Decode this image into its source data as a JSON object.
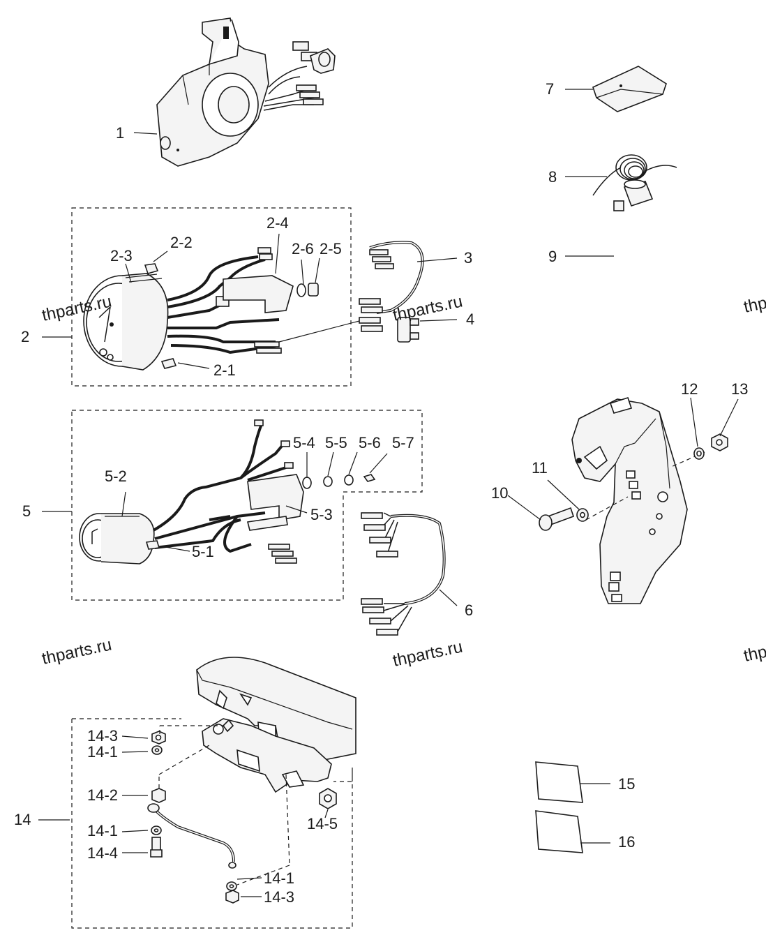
{
  "watermark": "thparts.ru",
  "callouts": [
    {
      "id": "c1",
      "text": "1"
    },
    {
      "id": "c2",
      "text": "2"
    },
    {
      "id": "c2_1",
      "text": "2-1"
    },
    {
      "id": "c2_2",
      "text": "2-2"
    },
    {
      "id": "c2_3",
      "text": "2-3"
    },
    {
      "id": "c2_4",
      "text": "2-4"
    },
    {
      "id": "c2_5",
      "text": "2-5"
    },
    {
      "id": "c2_6",
      "text": "2-6"
    },
    {
      "id": "c3",
      "text": "3"
    },
    {
      "id": "c4",
      "text": "4"
    },
    {
      "id": "c5",
      "text": "5"
    },
    {
      "id": "c5_1",
      "text": "5-1"
    },
    {
      "id": "c5_2",
      "text": "5-2"
    },
    {
      "id": "c5_3",
      "text": "5-3"
    },
    {
      "id": "c5_4",
      "text": "5-4"
    },
    {
      "id": "c5_5",
      "text": "5-5"
    },
    {
      "id": "c5_6",
      "text": "5-6"
    },
    {
      "id": "c5_7",
      "text": "5-7"
    },
    {
      "id": "c6",
      "text": "6"
    },
    {
      "id": "c7",
      "text": "7"
    },
    {
      "id": "c8",
      "text": "8"
    },
    {
      "id": "c9",
      "text": "9"
    },
    {
      "id": "c10",
      "text": "10"
    },
    {
      "id": "c11",
      "text": "11"
    },
    {
      "id": "c12",
      "text": "12"
    },
    {
      "id": "c13",
      "text": "13"
    },
    {
      "id": "c14",
      "text": "14"
    },
    {
      "id": "c14_1a",
      "text": "14-1"
    },
    {
      "id": "c14_1b",
      "text": "14-1"
    },
    {
      "id": "c14_1c",
      "text": "14-1"
    },
    {
      "id": "c14_2",
      "text": "14-2"
    },
    {
      "id": "c14_3a",
      "text": "14-3"
    },
    {
      "id": "c14_3b",
      "text": "14-3"
    },
    {
      "id": "c14_4",
      "text": "14-4"
    },
    {
      "id": "c14_5",
      "text": "14-5"
    },
    {
      "id": "c15",
      "text": "15"
    },
    {
      "id": "c16",
      "text": "16"
    }
  ]
}
